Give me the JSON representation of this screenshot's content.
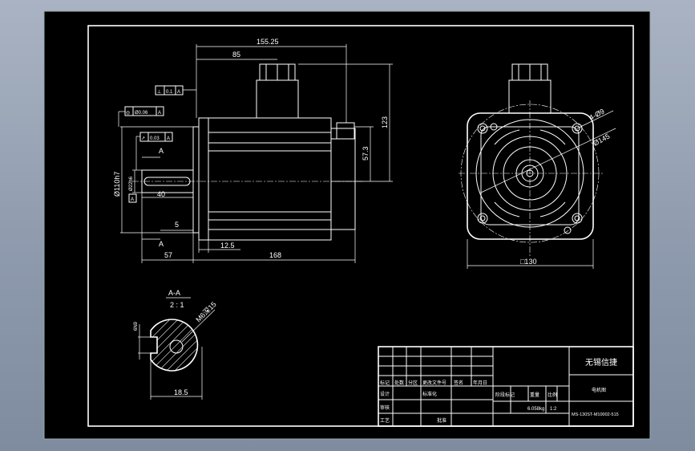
{
  "drawing": {
    "dims": {
      "d155_25": "155.25",
      "d85": "85",
      "d123": "123",
      "d57_3": "57.3",
      "d40": "40",
      "d5": "5",
      "d12_5": "12.5",
      "d57": "57",
      "d168": "168",
      "d110": "Ø110h7",
      "d22": "Ø22h6",
      "holes": "4-Ø9",
      "pcd": "Ø145",
      "d130": "□130",
      "mhole": "M6深15",
      "keyw": "6N9",
      "d18_5": "18.5"
    },
    "tolerances": {
      "perp": "⊥",
      "perp_val": "0.1",
      "perp_datum": "A",
      "conc": "◎",
      "conc_val": "Ø0.06",
      "conc_datum": "A",
      "runout": "↗",
      "runout_val": "0.03",
      "runout_datum": "A",
      "datum_label": "A"
    },
    "section": {
      "label_top": "A",
      "label_bottom": "A",
      "title": "A-A",
      "scale": "2 : 1"
    }
  },
  "title_block": {
    "company": "无锡信捷",
    "part_name": "电机图",
    "model": "MS-130ST-M10002-515",
    "weight": "6.058kg",
    "scale": "1:2",
    "row_labels": [
      "标记",
      "处数",
      "分区",
      "更改文件号",
      "签名",
      "年月日"
    ],
    "design": "设计",
    "standard": "标准化",
    "check": "审核",
    "process": "工艺",
    "approve": "批准",
    "stage": "阶段标记",
    "weight_label": "重量",
    "scale_label": "比例"
  },
  "colors": {
    "paper": "#000000",
    "lines": "#ffffff",
    "window_bg": "#8a97ab"
  }
}
